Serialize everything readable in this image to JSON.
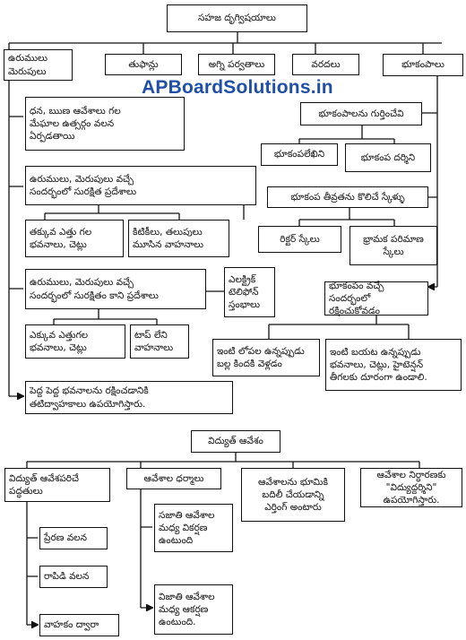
{
  "watermark": "APBoardSolutions.in",
  "top": {
    "title": "సహజ దృగ్విషయాలు",
    "categories": {
      "lightning": "ఉరుములు\nమెరుపులు",
      "storms": "తుఫాన్లు",
      "volcanoes": "అగ్ని పర్వతాలు",
      "floods": "వరదలు",
      "earthquakes": "భూకంపాలు"
    },
    "lightning_branch": {
      "cause": "ధన, ఋణ ఆవేశాలు గల\nమేఘాల ఉత్సర్గం వలన\nఏర్పడతాయి",
      "safe_places_heading": "ఉరుములు, మెరుపులు వచ్చే\nసందర్భంలో సురక్షిత ప్రదేశాలు",
      "safe_low_buildings": "తక్కువ ఎత్తు గల\nభవనాలు, చెట్లు",
      "safe_closed_vehicles": "కిటికీలు, తలుపులు\nమూసిన వాహనాలు",
      "unsafe_places_heading": "ఉరుములు, మెరుపులు వచ్చే\nసందర్భంలో సురక్షితం కాని ప్రదేశాలు",
      "unsafe_poles": "ఎలక్ట్రిక్\nటెలిఫోన్\nస్తంభాలు",
      "unsafe_tall_buildings": "ఎక్కువ ఎత్తుగల\nభవనాలు, చెట్లు",
      "unsafe_open_vehicles": "టాప్ లేని\nవాహనాలు",
      "lightning_conductor": "పెద్ద పెద్ద భవనాలను రక్షించడానికి\nతటిద్వాహకాలు ఉపయోగిస్తారు."
    },
    "earthquake_branch": {
      "detection": "భూకంపాలను గుర్తించేవి",
      "seismograph": "భూకంపలేఖిని",
      "seismoscope": "భూకంప దర్శిని",
      "intensity_scales": "భూకంప తీవ్రతను కొలిచే స్కేళ్ళు",
      "richter_scale": "రిక్టర్ స్కేలు",
      "magnitude_scale": "భ్రామక పరిమాణ\nస్కేలు",
      "protection_heading": "భూకంపం వచ్చే సందర్భంలో\nరక్షించుకోవడం",
      "indoors": "ఇంటి లోపల ఉన్నప్పుడు\nబల్ల కిందకి వెళ్లడం",
      "outdoors": "ఇంటి బయట ఉన్నప్పుడు\nభవనాలు, చెట్లు, హైటెన్షన్\nతీగలకు దూరంగా ఉండాలి."
    }
  },
  "bottom": {
    "title": "విద్యుత్ ఆవేశం",
    "charging_methods": {
      "heading": "విద్యుత్ ఆవేశపరిచే\nపద్ధతులు",
      "induction": "ప్రేరణ వలన",
      "friction": "రాపిడి వలన",
      "conduction": "వాహకం ద్వారా"
    },
    "charge_properties": {
      "heading": "ఆవేశాల ధర్మాలు",
      "like_repel": "సజాతి ఆవేశాల\nమధ్య వికర్షణ\nఉంటుంది",
      "unlike_attract": "విజాతి ఆవేశాల\nమధ్య ఆకర్షణ\nఉంటుంది."
    },
    "earthing": "ఆవేశాలను భూమికి\nబదిలీ చేయడాన్ని\nఎర్తింగ్ అంటారు",
    "electroscope": "ఆవేశాల నిర్ధారణకు\n\"విద్యుద్దర్శిని\"\nఉపయోగిస్తారు."
  }
}
